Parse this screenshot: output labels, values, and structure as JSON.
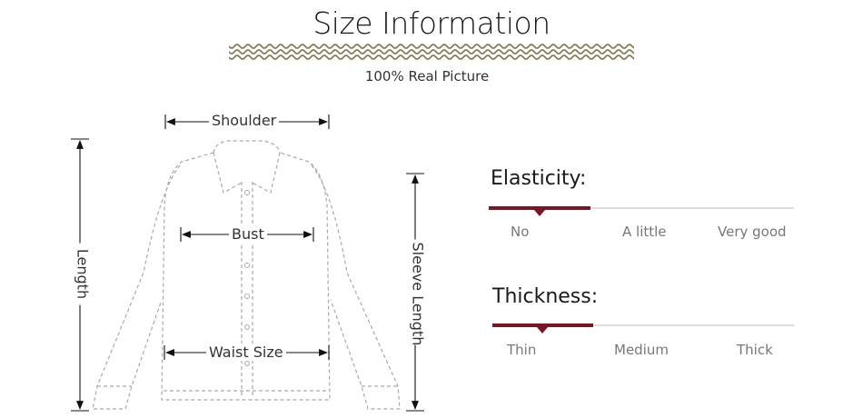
{
  "header": {
    "title": "Size Information",
    "subtitle": "100% Real Picture"
  },
  "measurements": {
    "shoulder": "Shoulder",
    "bust": "Bust",
    "waist": "Waist Size",
    "length": "Length",
    "sleeve": "Sleeve Length"
  },
  "elasticity": {
    "title": "Elasticity:",
    "options": [
      "No",
      "A little",
      "Very good"
    ],
    "selected_index": 0
  },
  "thickness": {
    "title": "Thickness:",
    "options": [
      "Thin",
      "Medium",
      "Thick"
    ],
    "selected_index": 0
  },
  "colors": {
    "accent": "#7a1526",
    "wave": "#8a7a55",
    "outline": "#999999",
    "rule": "#bbbbbb"
  }
}
